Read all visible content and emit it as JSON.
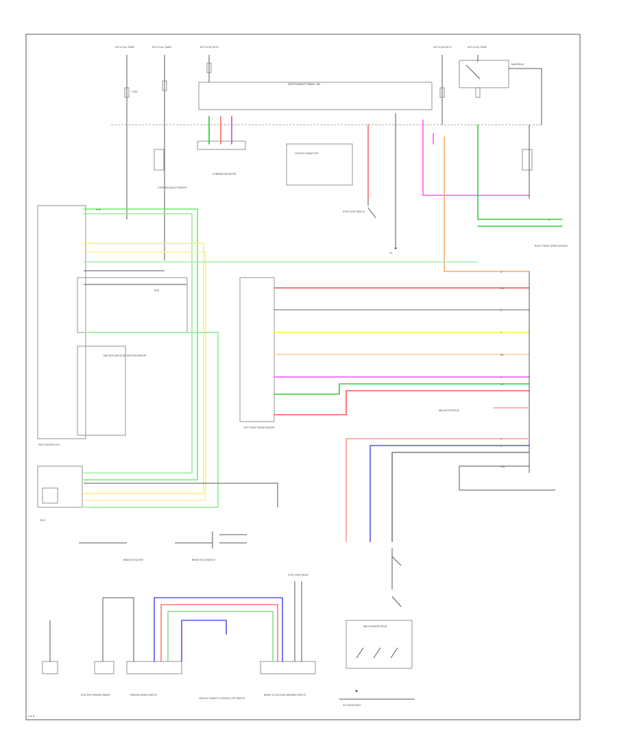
{
  "page_number": "1 of 6",
  "labels": {
    "hot_labels": [
      "HOT AT ALL TIMES",
      "HOT AT ALL TIMES",
      "HOT IN ON OR ST",
      "HOT IN ON OR ST",
      "HOT AT ALL TIMES"
    ],
    "fuse_top": "FUSE",
    "junction_block": "INSTRUMENT PANEL J/B",
    "main_relay": "MAIN RELAY",
    "combination_meter": "COMBINATION METER",
    "yaw_rate": "YAW RATE AND ACCELERATION SENSOR",
    "steering_sensor": "STEERING ANGLE SENSOR",
    "dlc3": "DLC3",
    "ecm": "ECM",
    "skid_control": "SKID CONTROL ECU",
    "left_switch": "LEFT FRONT SPEED SENSOR",
    "right_speed": "RIGHT FRONT SPEED SENSOR",
    "motor_relay": "ABS MOTOR RELAY",
    "solenoid": "ABS SOLENOID RELAY",
    "brake_actuator": "BRAKE ACTUATOR",
    "stop_light": "STOP LIGHT SWITCH",
    "center_connector": "CENTER CONNECTOR",
    "ground": "G1",
    "actuator_assy": "ACTUATOR ASSY",
    "bottom_left": "ELECTRIC PARKING BRAKE",
    "bottom_2": "PARKING BRAKE SWITCH",
    "bottom_3": "VEHICLE STABILITY CONTROL OFF SWITCH",
    "bottom_4": "BRAKE FLUID LEVEL WARNING SWITCH",
    "bottom_5": "STOP LIGHT RELAY",
    "bottom_6": "BRAKE HOLD SWITCH",
    "wire_codes": [
      "G-W",
      "R-B",
      "Y",
      "B",
      "L",
      "LG",
      "V",
      "P",
      "W-B",
      "BR",
      "O",
      "G"
    ]
  }
}
